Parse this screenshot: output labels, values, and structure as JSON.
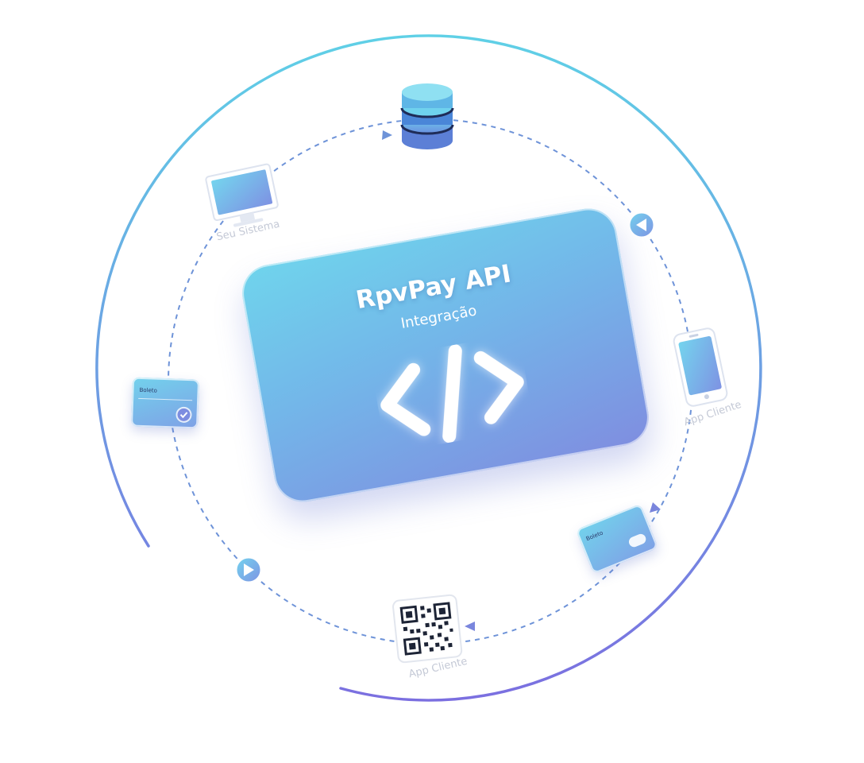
{
  "api_card": {
    "title": "RpvPay API",
    "subtitle": "Integração",
    "icon": "code-brackets-icon"
  },
  "nodes": {
    "database": {
      "icon": "database-icon"
    },
    "monitor": {
      "icon": "monitor-icon",
      "caption": "Seu Sistema"
    },
    "phone": {
      "icon": "smartphone-icon",
      "caption": "App Cliente"
    },
    "card_left": {
      "icon": "boleto-card-icon",
      "label": "Boleto"
    },
    "card_right": {
      "icon": "boleto-card-icon",
      "label": "Boleto"
    },
    "qr": {
      "icon": "qr-code-icon",
      "caption": "App Cliente"
    }
  },
  "colors": {
    "ring_top": "#5fd0e6",
    "ring_bottom": "#7b6fe0",
    "card_top": "#6fd4ec",
    "card_bottom": "#7f8ee0",
    "dash": "#6e93d8"
  }
}
